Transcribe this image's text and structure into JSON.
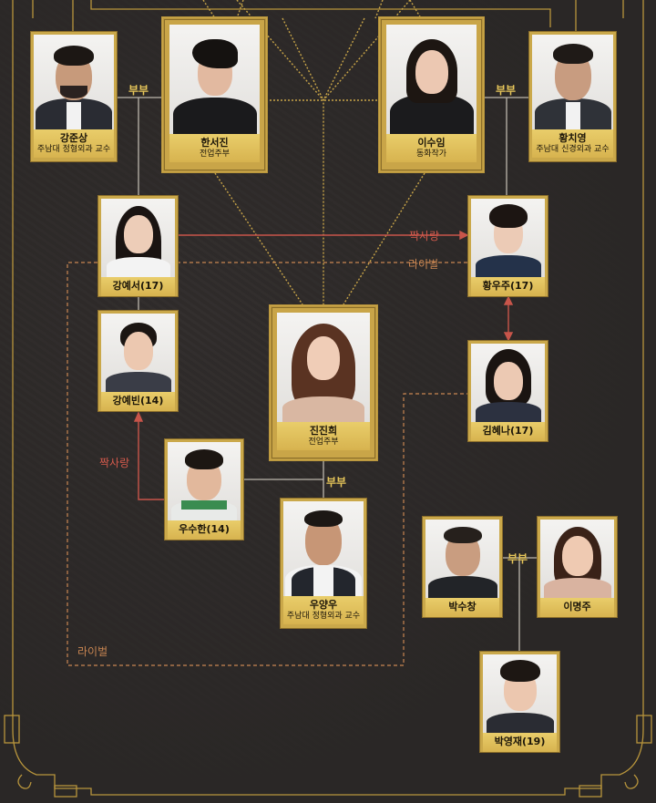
{
  "colors": {
    "background": "#2d2a2a",
    "gold": "#c9a548",
    "gold_line": "#b8953c",
    "crush_red": "#c8554a",
    "rival_orange": "#c98652",
    "spouse_line": "#bdb7ad"
  },
  "people": {
    "kang_junsang": {
      "name": "강준상",
      "job": "주남대 정형외과 교수"
    },
    "han_seojin": {
      "name": "한서진",
      "job": "전업주부"
    },
    "lee_suim": {
      "name": "이수임",
      "job": "동화작가"
    },
    "hwang_chiyoung": {
      "name": "황치영",
      "job": "주남대 신경외과 교수"
    },
    "kang_yeseo": {
      "name": "강예서(17)",
      "job": ""
    },
    "kang_yebin": {
      "name": "강예빈(14)",
      "job": ""
    },
    "hwang_woojoo": {
      "name": "황우주(17)",
      "job": ""
    },
    "kim_hyena": {
      "name": "김혜나(17)",
      "job": ""
    },
    "jin_jinhee": {
      "name": "진진희",
      "job": "전업주부"
    },
    "woo_suhan": {
      "name": "우수한(14)",
      "job": ""
    },
    "woo_yangwoo": {
      "name": "우양우",
      "job": "주남대 정형외과 교수"
    },
    "park_suchang": {
      "name": "박수창",
      "job": ""
    },
    "lee_myungjoo": {
      "name": "이명주",
      "job": ""
    },
    "park_youngjae": {
      "name": "박영재(19)",
      "job": ""
    }
  },
  "relations": {
    "spouse_left": "부부",
    "spouse_right": "부부",
    "spouse_center": "부부",
    "spouse_park": "부부",
    "crush_yeseo_woojoo": "짝사랑",
    "rival_top": "라이벌",
    "crush_suhan_yebin": "짝사랑",
    "rival_bottom": "라이벌"
  }
}
